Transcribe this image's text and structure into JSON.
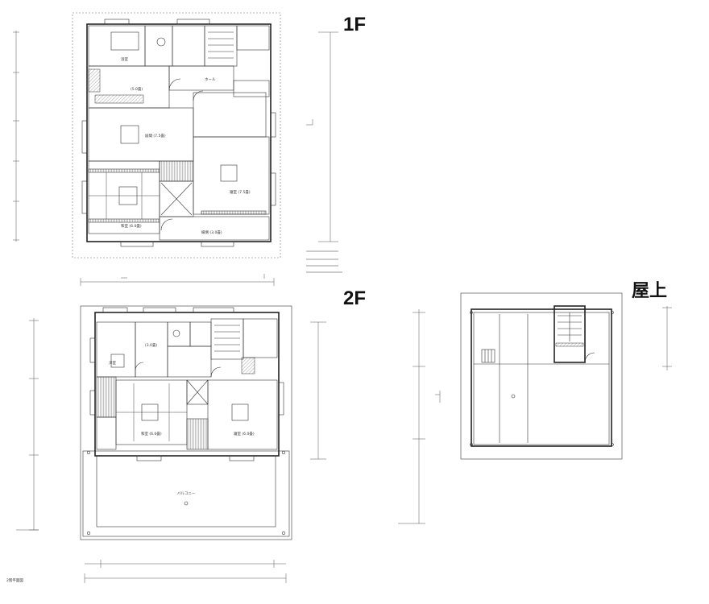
{
  "labels": {
    "first_floor": "1F",
    "second_floor": "2F",
    "rooftop": "屋上"
  },
  "annotations": {
    "bottom_left_caption": "2階平面図"
  }
}
